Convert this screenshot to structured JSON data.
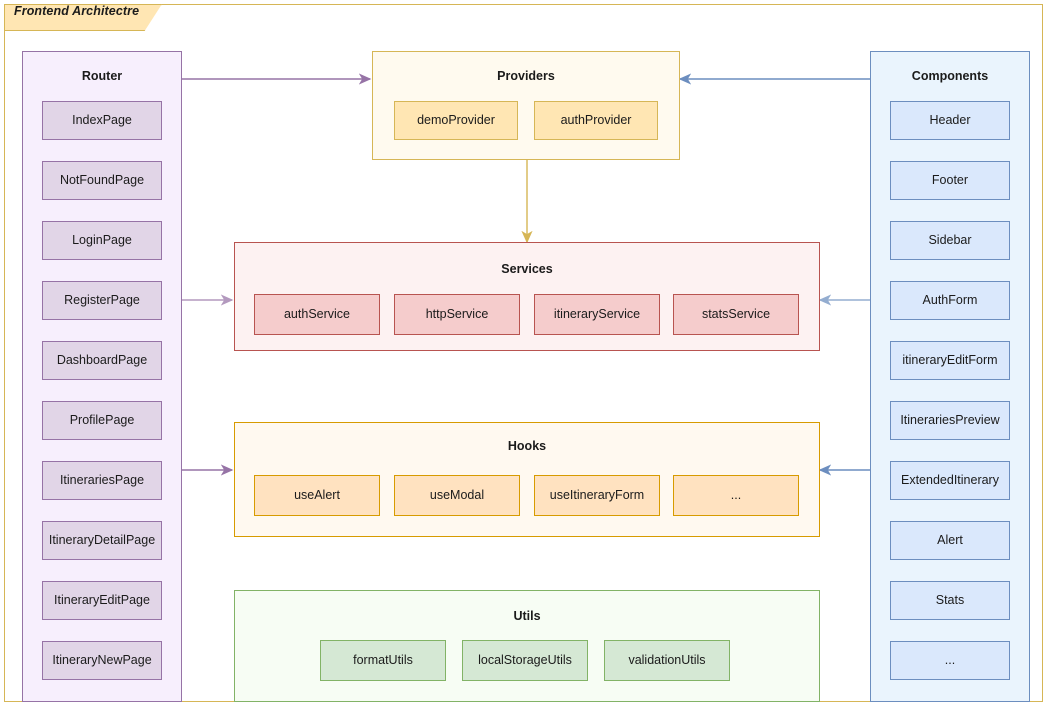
{
  "diagram": {
    "title": "Frontend Architectre",
    "frame_border_color": "#d6b656",
    "tab_fill_color": "#ffe6b3"
  },
  "groups": {
    "router": {
      "title": "Router",
      "fill": "#f7effd",
      "stroke": "#9673a6",
      "items": [
        "IndexPage",
        "NotFoundPage",
        "LoginPage",
        "RegisterPage",
        "DashboardPage",
        "ProfilePage",
        "ItinerariesPage",
        "ItineraryDetailPage",
        "ItineraryEditPage",
        "ItineraryNewPage"
      ]
    },
    "providers": {
      "title": "Providers",
      "fill": "#fffaef",
      "stroke": "#d6b656",
      "items": [
        "demoProvider",
        "authProvider"
      ]
    },
    "services": {
      "title": "Services",
      "fill": "#fdf2f2",
      "stroke": "#b85450",
      "items": [
        "authService",
        "httpService",
        "itineraryService",
        "statsService"
      ]
    },
    "hooks": {
      "title": "Hooks",
      "fill": "#fff9f0",
      "stroke": "#d79b00",
      "items": [
        "useAlert",
        "useModal",
        "useItineraryForm",
        "..."
      ]
    },
    "utils": {
      "title": "Utils",
      "fill": "#f7fdf4",
      "stroke": "#82b366",
      "items": [
        "formatUtils",
        "localStorageUtils",
        "validationUtils"
      ]
    },
    "components": {
      "title": "Components",
      "fill": "#eaf4fd",
      "stroke": "#6c8ebf",
      "items": [
        "Header",
        "Footer",
        "Sidebar",
        "AuthForm",
        "itineraryEditForm",
        "ItinerariesPreview",
        "ExtendedItinerary",
        "Alert",
        "Stats",
        "..."
      ]
    }
  },
  "edges": [
    {
      "name": "router-to-providers",
      "from": "router",
      "to": "providers",
      "color": "#9673a6"
    },
    {
      "name": "router-to-services",
      "from": "router",
      "to": "services",
      "color": "#9673a6"
    },
    {
      "name": "router-to-hooks",
      "from": "router",
      "to": "hooks",
      "color": "#9673a6"
    },
    {
      "name": "providers-to-services",
      "from": "providers",
      "to": "services",
      "color": "#d6b656"
    },
    {
      "name": "components-to-providers",
      "from": "components",
      "to": "providers",
      "color": "#6c8ebf"
    },
    {
      "name": "components-to-services",
      "from": "components",
      "to": "services",
      "color": "#6c8ebf"
    },
    {
      "name": "components-to-hooks",
      "from": "components",
      "to": "hooks",
      "color": "#6c8ebf"
    }
  ]
}
